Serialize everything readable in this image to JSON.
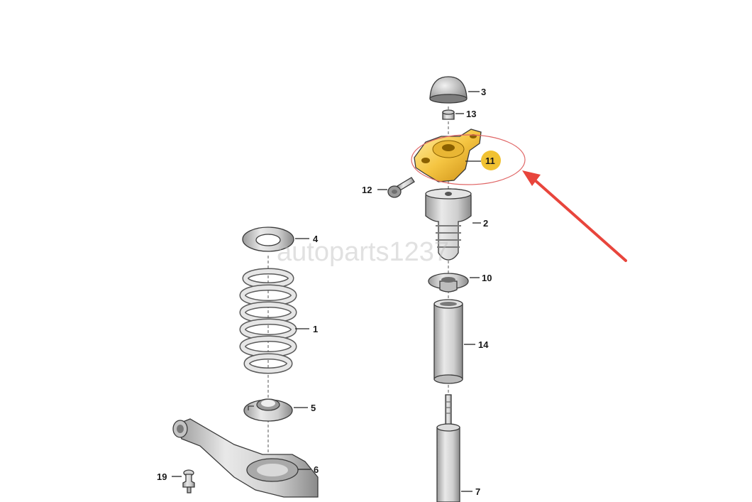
{
  "watermark": "autoparts1237",
  "highlight": {
    "part_number": "11",
    "fill_color": "#f1c232",
    "circle_color": "#e06666",
    "arrow_color": "#e8453c"
  },
  "parts": [
    {
      "number": "3"
    },
    {
      "number": "13"
    },
    {
      "number": "11"
    },
    {
      "number": "12"
    },
    {
      "number": "2"
    },
    {
      "number": "10"
    },
    {
      "number": "14"
    },
    {
      "number": "7"
    },
    {
      "number": "4"
    },
    {
      "number": "1"
    },
    {
      "number": "5"
    },
    {
      "number": "6"
    },
    {
      "number": "19"
    }
  ]
}
